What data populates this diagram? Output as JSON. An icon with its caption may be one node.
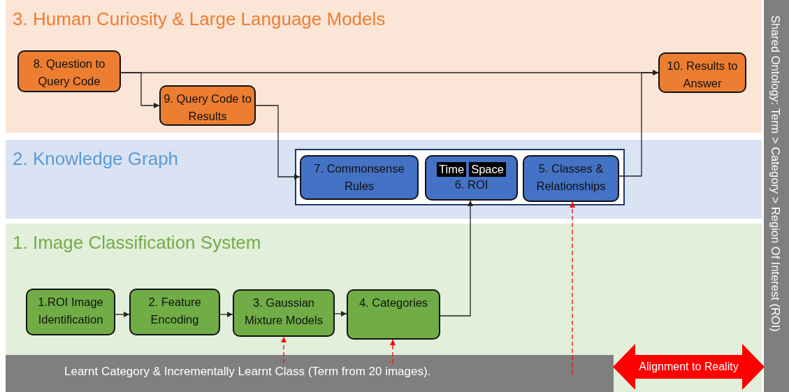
{
  "diagram": {
    "nodes": [
      {
        "text": [
          "3. Human Curiosity & Large Language Models"
        ]
      },
      {
        "text": [
          "8. Question to Query Code"
        ],
        "in": 0
      },
      {
        "text": [
          "9. Query Code to Results"
        ],
        "in": 0
      },
      {
        "text": [
          "10. Results to Answer"
        ],
        "in": 0
      },
      {
        "text": [
          "2. Knowledge Graph"
        ]
      },
      {
        "text": [],
        "shape": "box",
        "in": 4
      },
      {
        "text": [
          "7. Commonsense Rules"
        ],
        "in": 5
      },
      {
        "text": [
          "Time",
          "Space",
          "6. ROI"
        ],
        "in": 5
      },
      {
        "text": [
          "5. Classes & Relationships"
        ],
        "in": 5
      },
      {
        "text": [
          "1. Image Classification System"
        ]
      },
      {
        "text": [
          "1.ROI Image Identification"
        ],
        "in": 9
      },
      {
        "text": [
          "2. Feature Encoding"
        ],
        "in": 9
      },
      {
        "text": [
          "3. Gaussian Mixture Models"
        ],
        "in": 9
      },
      {
        "text": [
          "4. Categories"
        ],
        "in": 9
      },
      {
        "text": [
          "Learnt Category & Incrementally Learnt Class (Term from 20 images)."
        ],
        "in": 9
      },
      {
        "text": [
          "Shared Ontology: Term > Category > Region Of Interest (ROI)"
        ]
      }
    ],
    "edges": [
      {
        "from": 1,
        "to": 2,
        "arrow": "to"
      },
      {
        "from": 1,
        "to": 3,
        "arrow": "to"
      },
      {
        "from": 2,
        "to": 6,
        "arrow": "to"
      },
      {
        "from": 8,
        "to": 3,
        "arrow": "to"
      },
      {
        "from": 10,
        "to": 11,
        "arrow": "to"
      },
      {
        "from": 11,
        "to": 12,
        "arrow": "to"
      },
      {
        "from": 12,
        "to": 13,
        "arrow": "to"
      },
      {
        "from": 13,
        "to": 7,
        "arrow": "to"
      },
      {
        "from": 14,
        "to": 12,
        "arrow": "to",
        "style": "dashed",
        "color": "#ff0000"
      },
      {
        "from": 14,
        "to": 13,
        "arrow": "to",
        "style": "dashed",
        "color": "#ff0000"
      },
      {
        "from": 14,
        "to": 8,
        "arrow": "to",
        "style": "dashed",
        "color": "#ff0000"
      },
      {
        "from": 14,
        "to": 15,
        "arrow": "both",
        "label": "Alignment to Reality",
        "style": "thick",
        "color": "#ff0000"
      }
    ]
  }
}
